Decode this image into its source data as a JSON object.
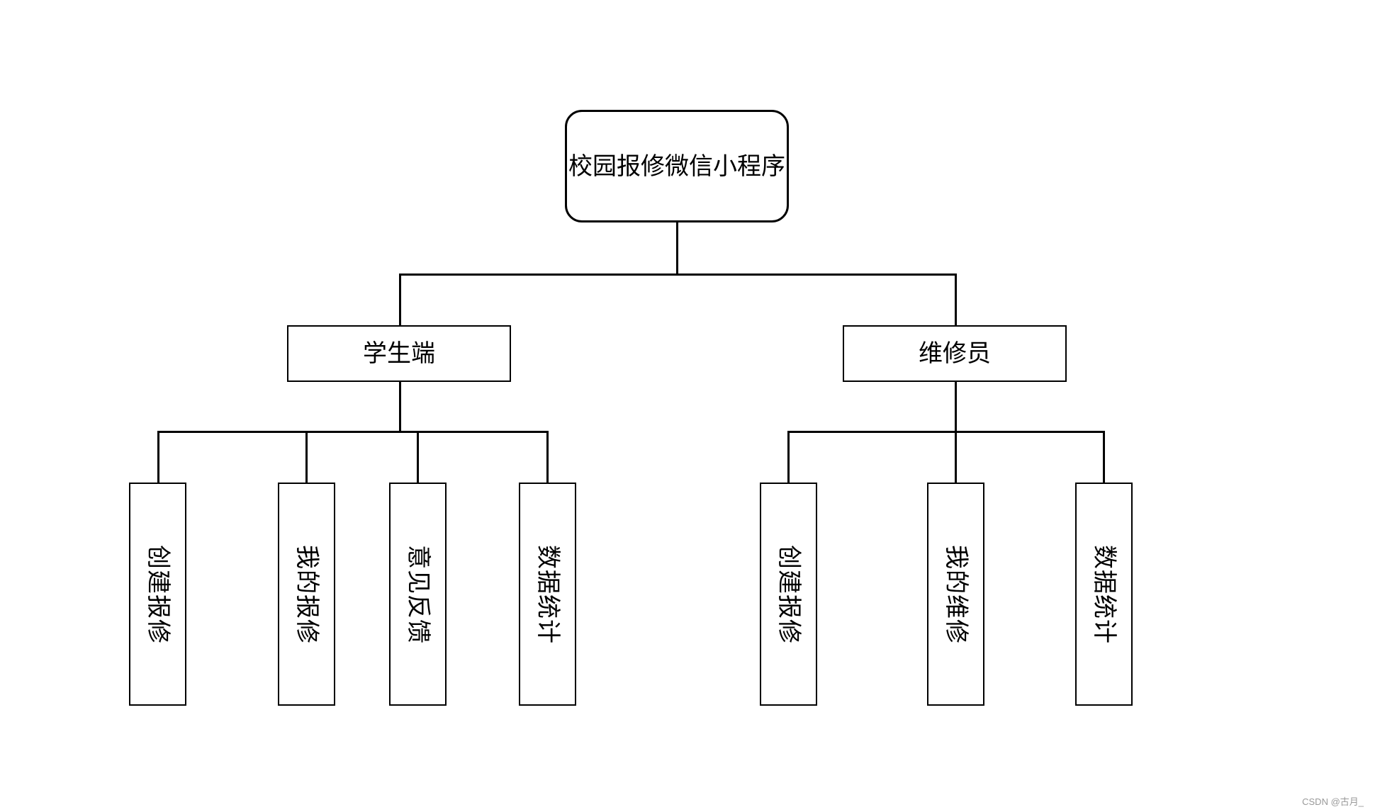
{
  "diagram": {
    "root": {
      "label": "校园报修微信小程序"
    },
    "branches": [
      {
        "label": "学生端",
        "children": [
          "创建报修",
          "我的报修",
          "意见反馈",
          "数据统计"
        ]
      },
      {
        "label": "维修员",
        "children": [
          "创建报修",
          "我的维修",
          "数据统计"
        ]
      }
    ]
  },
  "watermark": "CSDN @古月_"
}
